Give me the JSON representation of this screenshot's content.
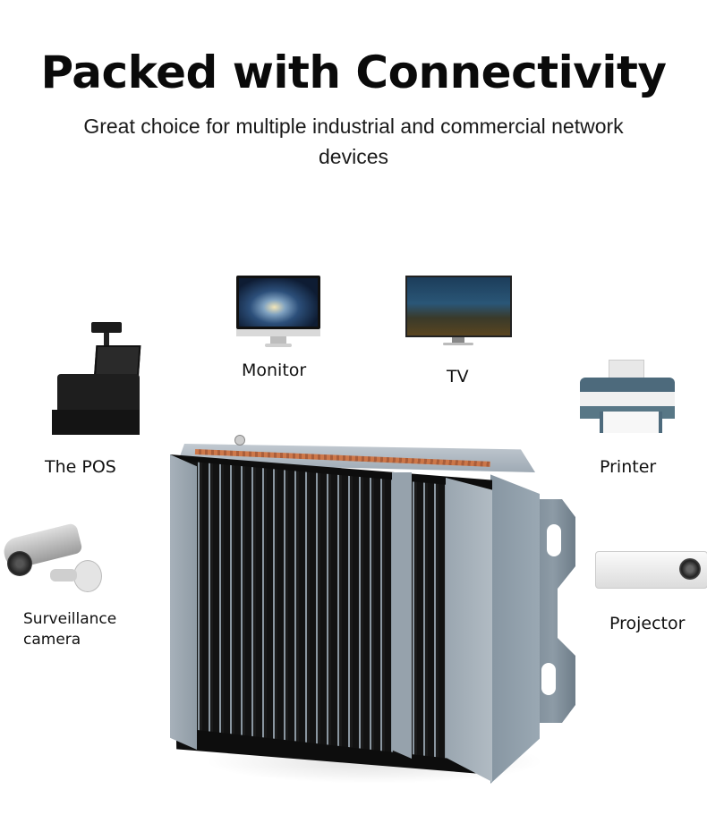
{
  "header": {
    "title": "Packed with Connectivity",
    "subtitle": "Great choice for multiple industrial and commercial network devices"
  },
  "devices": [
    {
      "id": "monitor",
      "label": "Monitor",
      "icon": "monitor-icon"
    },
    {
      "id": "tv",
      "label": "TV",
      "icon": "tv-icon"
    },
    {
      "id": "pos",
      "label": "The POS",
      "icon": "pos-terminal-icon"
    },
    {
      "id": "printer",
      "label": "Printer",
      "icon": "printer-icon"
    },
    {
      "id": "camera",
      "label_line1": "Surveillance",
      "label_line2": "camera",
      "icon": "surveillance-camera-icon"
    },
    {
      "id": "projector",
      "label": "Projector",
      "icon": "projector-icon"
    }
  ],
  "product": {
    "name": "fanless industrial mini PC",
    "colors": {
      "body": "#9aa6b0",
      "fins": "#121212",
      "ports_accent": "#d0703c"
    }
  }
}
